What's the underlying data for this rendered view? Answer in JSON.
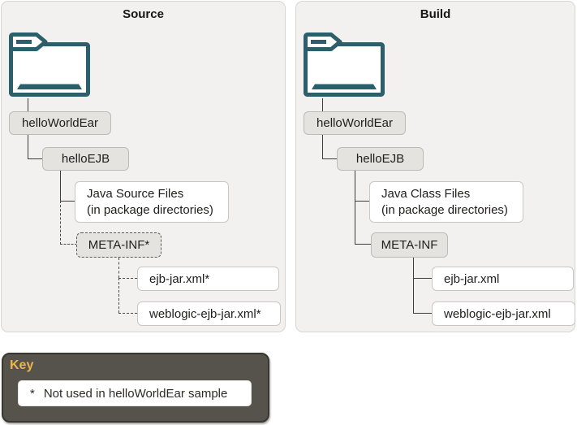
{
  "panels": [
    {
      "title": "Source",
      "nodes": {
        "root": "helloWorldEar",
        "module": "helloEJB",
        "files_line1": "Java Source Files",
        "files_line2": "(in package directories)",
        "meta_inf": "META-INF*",
        "ejb_jar": "ejb-jar.xml*",
        "weblogic_ejb_jar": "weblogic-ejb-jar.xml*"
      }
    },
    {
      "title": "Build",
      "nodes": {
        "root": "helloWorldEar",
        "module": "helloEJB",
        "files_line1": "Java Class Files",
        "files_line2": "(in package directories)",
        "meta_inf": "META-INF",
        "ejb_jar": "ejb-jar.xml",
        "weblogic_ejb_jar": "weblogic-ejb-jar.xml"
      }
    }
  ],
  "key": {
    "title": "Key",
    "asterisk": "*",
    "note": "Not used in helloWorldEar sample"
  },
  "icons": {
    "folder": "folder-icon"
  },
  "colors": {
    "panel_background": "#f2f1ef",
    "panel_border": "#d8d6d2",
    "gray_node_background": "#e4e3df",
    "white_node_background": "#ffffff",
    "connector": "#3f3d3a",
    "folder_icon": "#2d5e6c",
    "key_background": "#56524c",
    "key_border": "#3a3731",
    "key_title": "#ecb64e"
  }
}
